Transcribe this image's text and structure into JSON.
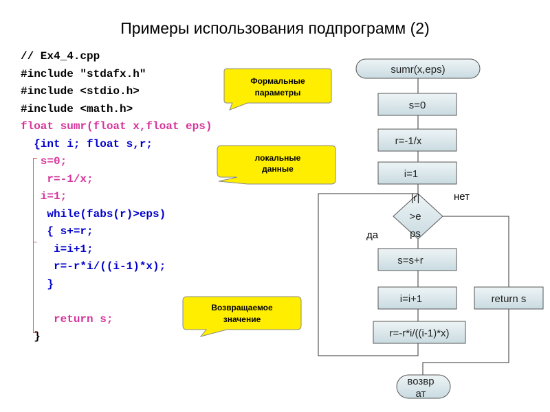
{
  "slide": {
    "title": "Примеры использования подпрограмм (2)"
  },
  "code": {
    "lines": [
      {
        "text": "// Ex4_4.cpp",
        "color": "#000000"
      },
      {
        "text": "#include \"stdafx.h\"",
        "color": "#000000"
      },
      {
        "text": "#include <stdio.h>",
        "color": "#000000"
      },
      {
        "text": "#include <math.h>",
        "color": "#000000"
      },
      {
        "text": "float sumr(float x,float eps)",
        "color": "#d6339a"
      },
      {
        "text": "  {int i; float s,r;",
        "color": "#0000cc"
      },
      {
        "text": "   s=0;",
        "color": "#d6339a"
      },
      {
        "text": "    r=-1/x;",
        "color": "#d6339a"
      },
      {
        "text": "   i=1;",
        "color": "#d6339a"
      },
      {
        "text": "    while(fabs(r)>eps)",
        "color": "#0000cc"
      },
      {
        "text": "    { s+=r;",
        "color": "#0000cc"
      },
      {
        "text": "     i=i+1;",
        "color": "#0000cc"
      },
      {
        "text": "     r=-r*i/((i-1)*x);",
        "color": "#0000cc"
      },
      {
        "text": "    }",
        "color": "#0000cc"
      },
      {
        "text": "",
        "color": "#000000"
      },
      {
        "text": "     return s;",
        "color": "#d6339a"
      },
      {
        "text": "  }",
        "color": "#000000"
      }
    ]
  },
  "callouts": {
    "formal": "Формальные параметры",
    "formal_l1": "Формальные",
    "formal_l2": "параметры",
    "local_l1": "локальные",
    "local_l2": "данные",
    "return_l1": "Возвращаемое",
    "return_l2": "значение"
  },
  "flowchart": {
    "start": "sumr(x,eps)",
    "s0": "s=0",
    "r0": "r=-1/x",
    "i1": "i=1",
    "cond_l1": "|r|",
    "cond_l2": ">e",
    "cond_l3": "ps",
    "yes": "да",
    "no": "нет",
    "ssr": "s=s+r",
    "inc": "i=i+1",
    "rcalc": "r=-r*i/((i-1)*x)",
    "ret": "return s",
    "end_l1": "возвр",
    "end_l2": "ат"
  },
  "colors": {
    "callout_fill": "#ffee00",
    "block_fill": "#d9e6ea",
    "code_blue": "#0000cc",
    "code_pink": "#d6339a"
  }
}
